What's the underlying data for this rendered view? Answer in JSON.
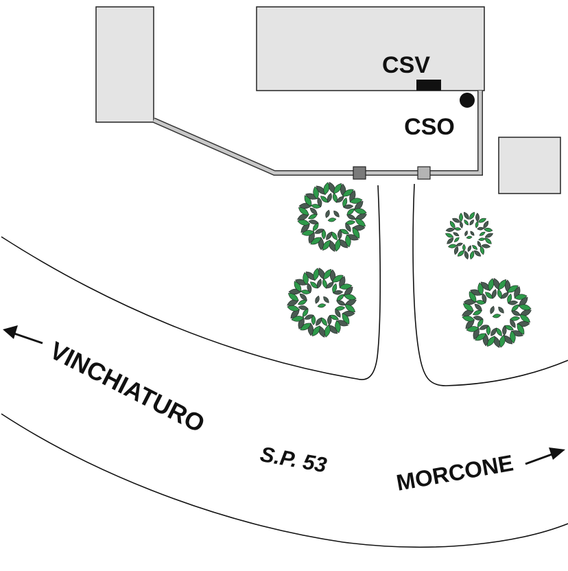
{
  "labels": {
    "csv": "CSV",
    "cso": "CSO",
    "road": "S.P. 53",
    "direction_left": "VINCHIATURO",
    "direction_right": "MORCONE"
  },
  "colors": {
    "building_fill": "#e4e4e4",
    "outline": "#222222",
    "pipe_fill": "#c8c8c8",
    "pipe_outline": "#333333",
    "valve_dark": "#7a7a7a",
    "valve_light": "#b4b4b4",
    "tree_light": "#2e9a4a",
    "tree_dark": "#4a5a52",
    "marker": "#111111"
  },
  "icons": {
    "csv_marker": "black-rectangle",
    "cso_marker": "black-dot",
    "trees": "shrub-icon",
    "arrows": "arrow-icon"
  }
}
